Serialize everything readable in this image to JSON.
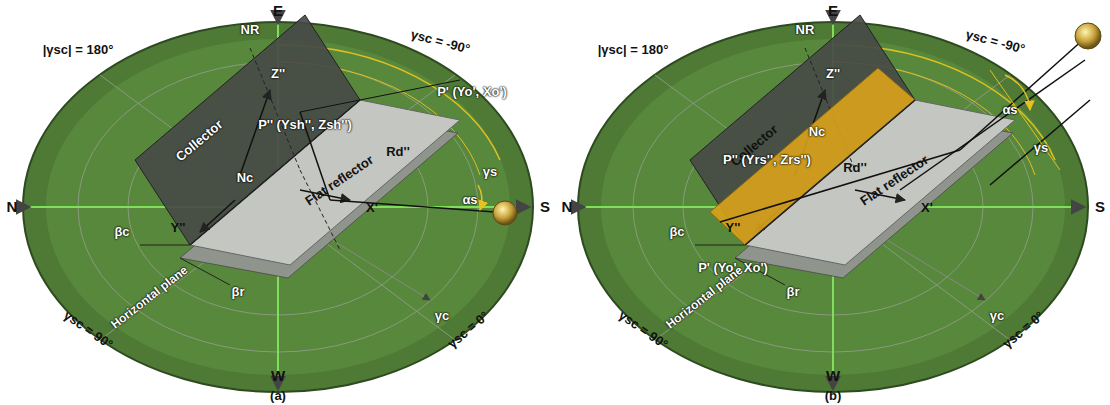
{
  "diagram": {
    "nodes": [
      {
        "text": [
          "Collector"
        ]
      },
      {
        "text": [
          "Flat reflector"
        ]
      },
      {
        "text": [
          "Collector"
        ]
      },
      {
        "text": [
          "Flat reflector"
        ]
      }
    ],
    "labels": [
      "E",
      "N",
      "S",
      "W",
      "|γsc| = 180°",
      "γsc = -90°",
      "γsc = 90°",
      "γsc = 0°",
      "NR",
      "Z''",
      "P'' (Ysh'', Zsh'')",
      "Nc",
      "Rd''",
      "P' (Yo', Xo')",
      "Y''",
      "X'",
      "βc",
      "βr",
      "Horizontal plane",
      "αs",
      "γs",
      "γc",
      "(a)",
      "E",
      "N",
      "S",
      "W",
      "|γsc| = 180°",
      "γsc = -90°",
      "γsc = 90°",
      "γsc = 0°",
      "NR",
      "Z''",
      "P'' (Yrs'', Zrs'')",
      "Nc",
      "Rd''",
      "P' (Yo', Xo')",
      "Y''",
      "X'",
      "βc",
      "βr",
      "Horizontal plane",
      "αs",
      "γs",
      "γc",
      "(b)"
    ]
  }
}
